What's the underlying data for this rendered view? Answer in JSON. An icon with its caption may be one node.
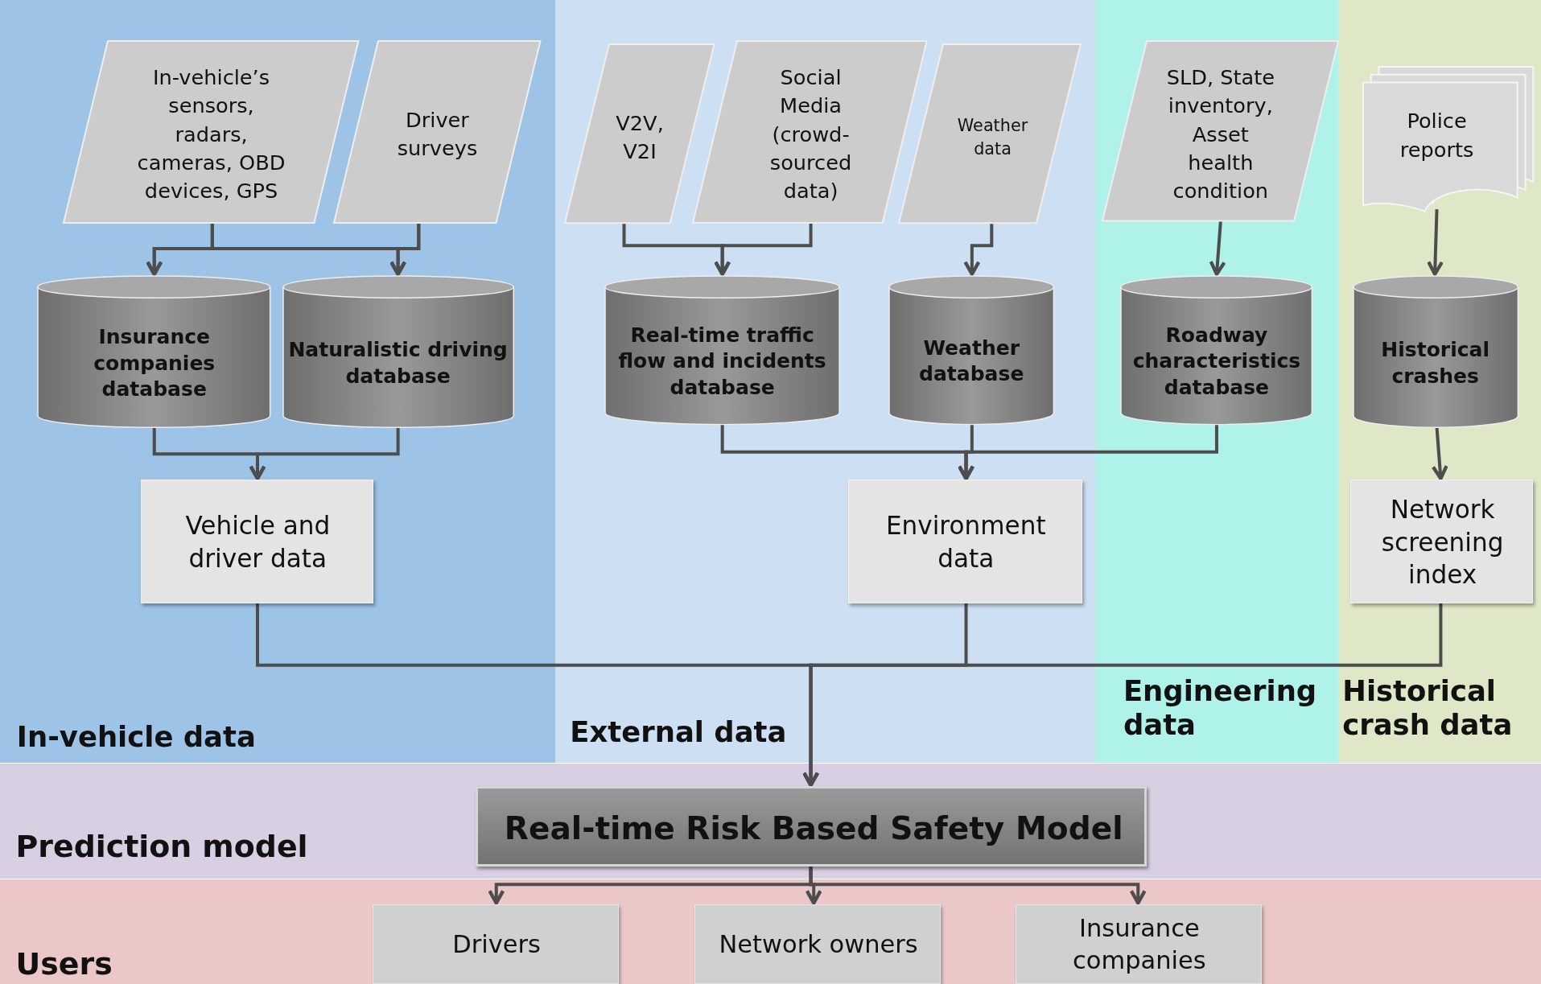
{
  "diagram": {
    "nodes": [
      {
        "text": [
          "In-vehicle data"
        ]
      },
      {
        "text": [
          "External data"
        ]
      },
      {
        "text": [
          "Engineering data"
        ]
      },
      {
        "text": [
          "Historical crash data"
        ]
      },
      {
        "text": [
          "Prediction model"
        ]
      },
      {
        "text": [
          "Users"
        ]
      },
      {
        "text": [
          "In-vehicle’s sensors, radars, cameras, OBD devices, GPS"
        ],
        "in": 0
      },
      {
        "text": [
          "Driver surveys"
        ],
        "in": 0
      },
      {
        "text": [
          "V2V, V2I"
        ],
        "in": 1
      },
      {
        "text": [
          "Social Media (crowd-sourced data)"
        ],
        "in": 1
      },
      {
        "text": [
          "Weather data"
        ],
        "in": 1
      },
      {
        "text": [
          "SLD, State inventory, Asset health condition"
        ],
        "in": 2
      },
      {
        "text": [
          "Police reports"
        ],
        "in": 3
      },
      {
        "text": [
          "Insurance companies database"
        ],
        "in": 0
      },
      {
        "text": [
          "Naturalistic driving database"
        ],
        "in": 0
      },
      {
        "text": [
          "Real-time traffic flow and incidents database"
        ],
        "in": 1
      },
      {
        "text": [
          "Weather database"
        ],
        "in": 1
      },
      {
        "text": [
          "Roadway characteristics database"
        ],
        "in": 2
      },
      {
        "text": [
          "Historical crashes"
        ],
        "in": 3
      },
      {
        "text": [
          "Vehicle and driver data"
        ],
        "in": 0
      },
      {
        "text": [
          "Environment data"
        ],
        "in": 1
      },
      {
        "text": [
          "Network screening index"
        ],
        "in": 3
      },
      {
        "text": [
          "Real-time Risk Based Safety Model"
        ],
        "in": 4
      },
      {
        "text": [
          "Drivers"
        ],
        "in": 5
      },
      {
        "text": [
          "Network owners"
        ],
        "in": 5
      },
      {
        "text": [
          "Insurance companies"
        ],
        "in": 5
      }
    ],
    "edges": [
      {
        "from": 6,
        "to": 13,
        "arrow": "to"
      },
      {
        "from": 6,
        "to": 14,
        "arrow": "to"
      },
      {
        "from": 7,
        "to": 13,
        "arrow": "to"
      },
      {
        "from": 7,
        "to": 14,
        "arrow": "to"
      },
      {
        "from": 8,
        "to": 15,
        "arrow": "to"
      },
      {
        "from": 9,
        "to": 15,
        "arrow": "to"
      },
      {
        "from": 10,
        "to": 16,
        "arrow": "to"
      },
      {
        "from": 11,
        "to": 17,
        "arrow": "to"
      },
      {
        "from": 12,
        "to": 18,
        "arrow": "to"
      },
      {
        "from": 13,
        "to": 19,
        "arrow": "to"
      },
      {
        "from": 14,
        "to": 19,
        "arrow": "to"
      },
      {
        "from": 15,
        "to": 20,
        "arrow": "to"
      },
      {
        "from": 16,
        "to": 20,
        "arrow": "to"
      },
      {
        "from": 17,
        "to": 20,
        "arrow": "to"
      },
      {
        "from": 18,
        "to": 21,
        "arrow": "to"
      },
      {
        "from": 19,
        "to": 22,
        "arrow": "to"
      },
      {
        "from": 20,
        "to": 22,
        "arrow": "to"
      },
      {
        "from": 21,
        "to": 22,
        "arrow": "to"
      },
      {
        "from": 22,
        "to": 23,
        "arrow": "to"
      },
      {
        "from": 22,
        "to": 24,
        "arrow": "to"
      },
      {
        "from": 22,
        "to": 25,
        "arrow": "to"
      }
    ]
  }
}
